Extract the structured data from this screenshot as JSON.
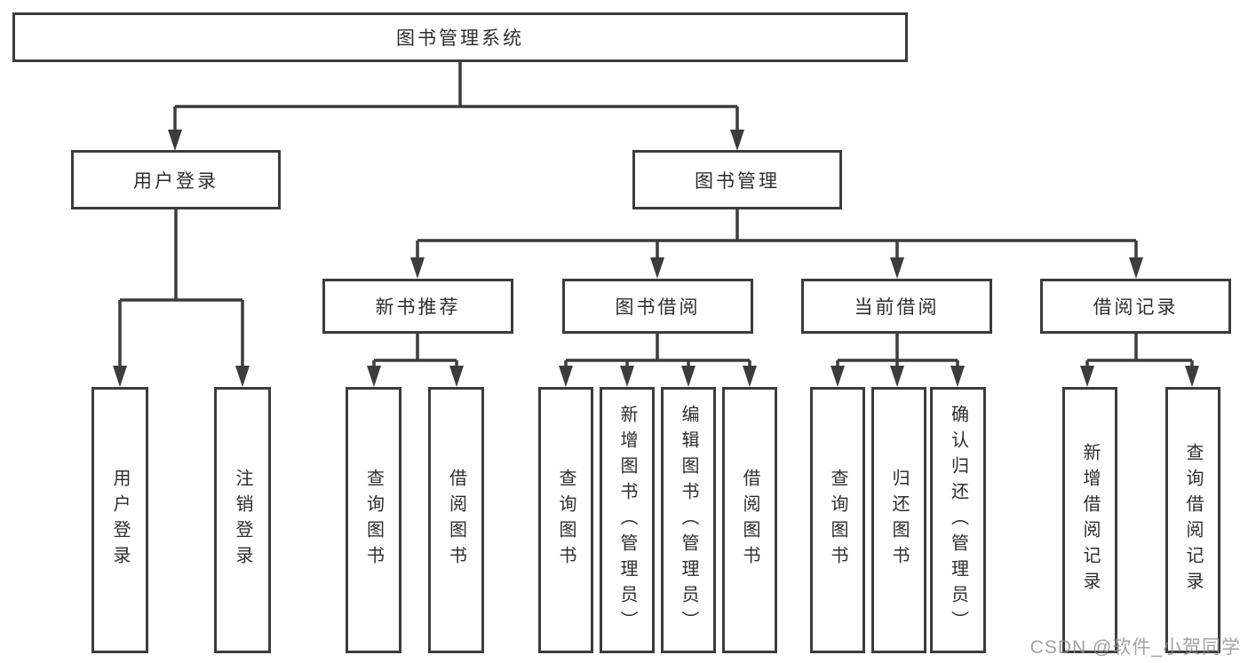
{
  "diagram": {
    "root": {
      "label": "图书管理系统"
    },
    "branches": [
      {
        "label": "用户登录",
        "children": [
          "用户登录",
          "注销登录"
        ]
      },
      {
        "label": "图书管理",
        "children": [
          {
            "label": "新书推荐",
            "children": [
              "查询图书",
              "借阅图书"
            ]
          },
          {
            "label": "图书借阅",
            "children": [
              "查询图书",
              "新增图书（管理员）",
              "编辑图书（管理员）",
              "借阅图书"
            ]
          },
          {
            "label": "当前借阅",
            "children": [
              "查询图书",
              "归还图书",
              "确认归还（管理员）"
            ]
          },
          {
            "label": "借阅记录",
            "children": [
              "新增借阅记录",
              "查询借阅记录"
            ]
          }
        ]
      }
    ]
  },
  "watermark": "CSDN @软件_小贺同学",
  "colors": {
    "line": "#3c3c3c",
    "text": "#2e2e2e",
    "background": "#ffffff",
    "watermark": "#8e8e8e"
  }
}
